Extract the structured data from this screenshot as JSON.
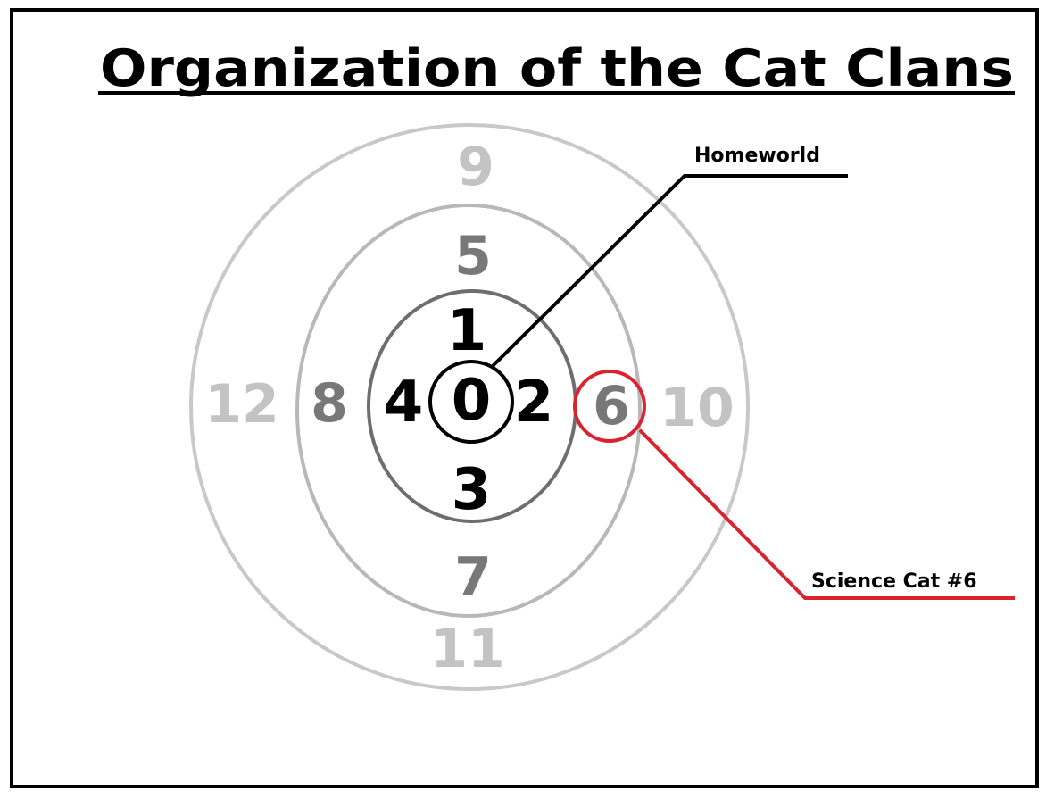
{
  "title": "Organization of the Cat Clans",
  "callouts": {
    "homeworld": "Homeworld",
    "science_cat": "Science Cat #6"
  },
  "clans": [
    {
      "id": "0",
      "ring": 0
    },
    {
      "id": "1",
      "ring": 1
    },
    {
      "id": "2",
      "ring": 1
    },
    {
      "id": "3",
      "ring": 1
    },
    {
      "id": "4",
      "ring": 1
    },
    {
      "id": "5",
      "ring": 2
    },
    {
      "id": "6",
      "ring": 2
    },
    {
      "id": "7",
      "ring": 2
    },
    {
      "id": "8",
      "ring": 2
    },
    {
      "id": "9",
      "ring": 3
    },
    {
      "id": "10",
      "ring": 3
    },
    {
      "id": "11",
      "ring": 3
    },
    {
      "id": "12",
      "ring": 3
    }
  ],
  "colors": {
    "ring_0": "#000000",
    "ring_1": "#6e6e6e",
    "ring_2": "#b8b8b8",
    "ring_3": "#c8c8c8",
    "text_inner": "#000000",
    "text_middle": "#787878",
    "text_outer": "#c3c3c3",
    "highlight": "#d9232e"
  }
}
